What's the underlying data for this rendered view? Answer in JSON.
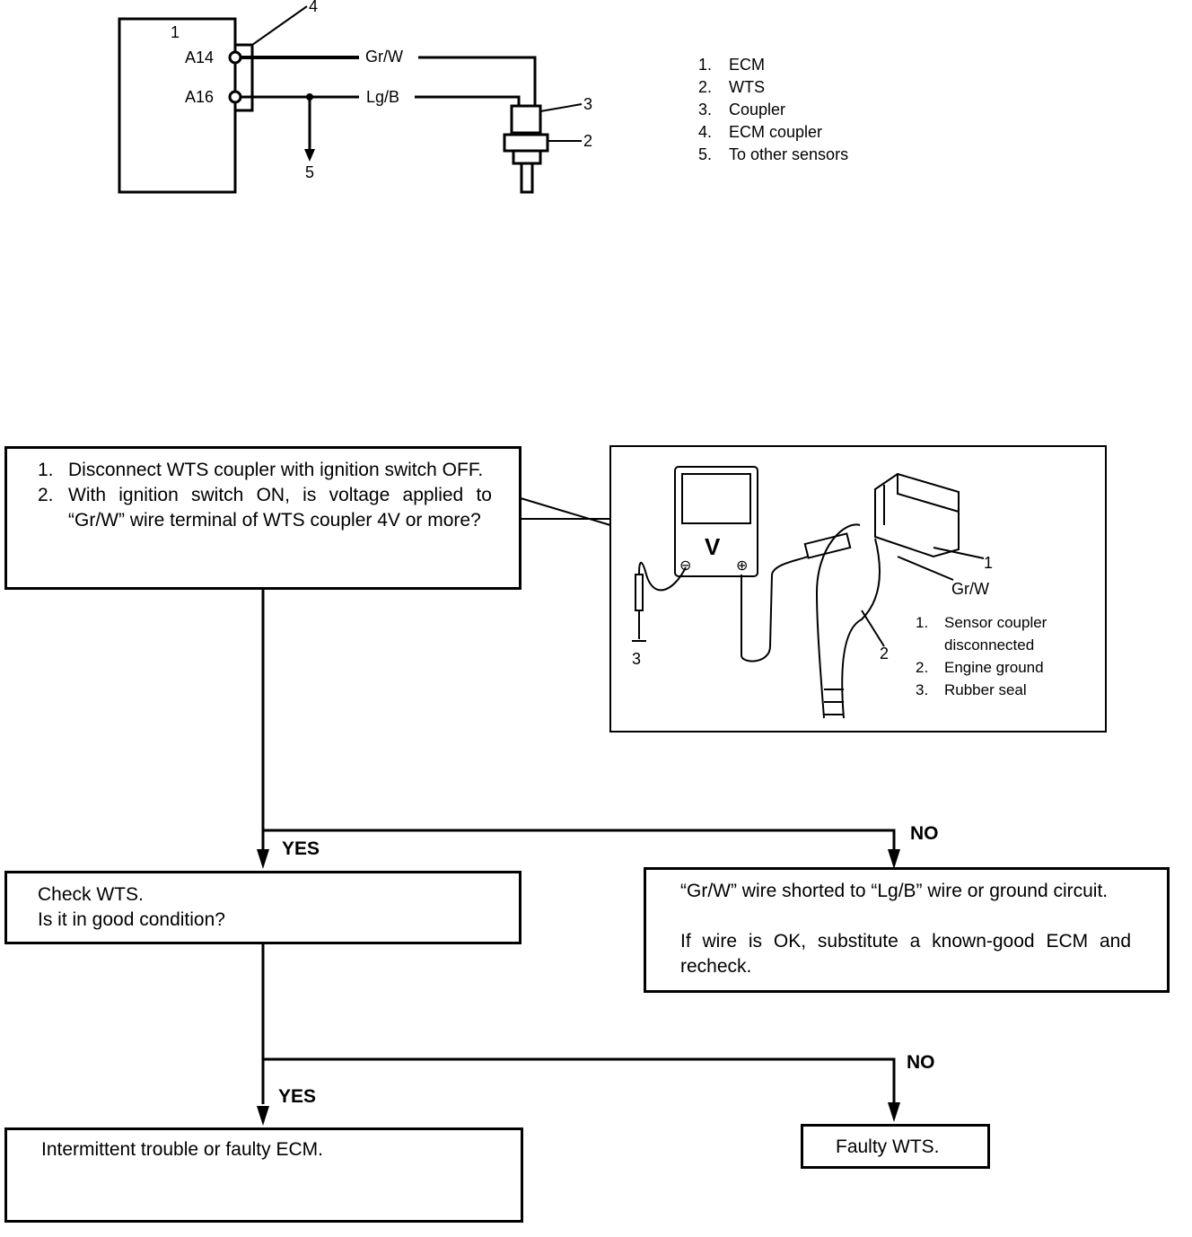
{
  "wiring": {
    "ecm_number": "1",
    "terminal_a14": "A14",
    "terminal_a16": "A16",
    "wire_top": "Gr/W",
    "wire_bottom": "Lg/B",
    "callout_4": "4",
    "callout_3": "3",
    "callout_2": "2",
    "callout_5": "5",
    "legend": [
      {
        "num": "1.",
        "text": "ECM"
      },
      {
        "num": "2.",
        "text": "WTS"
      },
      {
        "num": "3.",
        "text": "Coupler"
      },
      {
        "num": "4.",
        "text": "ECM coupler"
      },
      {
        "num": "5.",
        "text": "To other sensors"
      }
    ]
  },
  "step1": {
    "items": [
      {
        "num": "1.",
        "text": "Disconnect WTS coupler with ignition switch OFF."
      },
      {
        "num": "2.",
        "text": "With ignition switch ON, is voltage applied to “Gr/W” wire terminal of WTS coupler 4V or more?"
      }
    ]
  },
  "illustration": {
    "meter_label": "V",
    "minus_sign": "⊖",
    "plus_sign": "⊕",
    "wire_label": "Gr/W",
    "callout_1": "1",
    "callout_2": "2",
    "callout_3": "3",
    "legend": [
      {
        "num": "1.",
        "text": "Sensor coupler disconnected"
      },
      {
        "num": "2.",
        "text": "Engine ground"
      },
      {
        "num": "3.",
        "text": "Rubber seal"
      }
    ]
  },
  "branch1": {
    "yes": "YES",
    "no": "NO"
  },
  "step2": {
    "line1": "Check WTS.",
    "line2": "Is it in good condition?"
  },
  "no1": {
    "line1": "“Gr/W” wire shorted to “Lg/B” wire or ground circuit.",
    "line2": "If wire is OK, substitute a known-good ECM and recheck."
  },
  "branch2": {
    "yes": "YES",
    "no": "NO"
  },
  "yes2": {
    "text": "Intermittent trouble or faulty ECM."
  },
  "no2": {
    "text": "Faulty WTS."
  }
}
